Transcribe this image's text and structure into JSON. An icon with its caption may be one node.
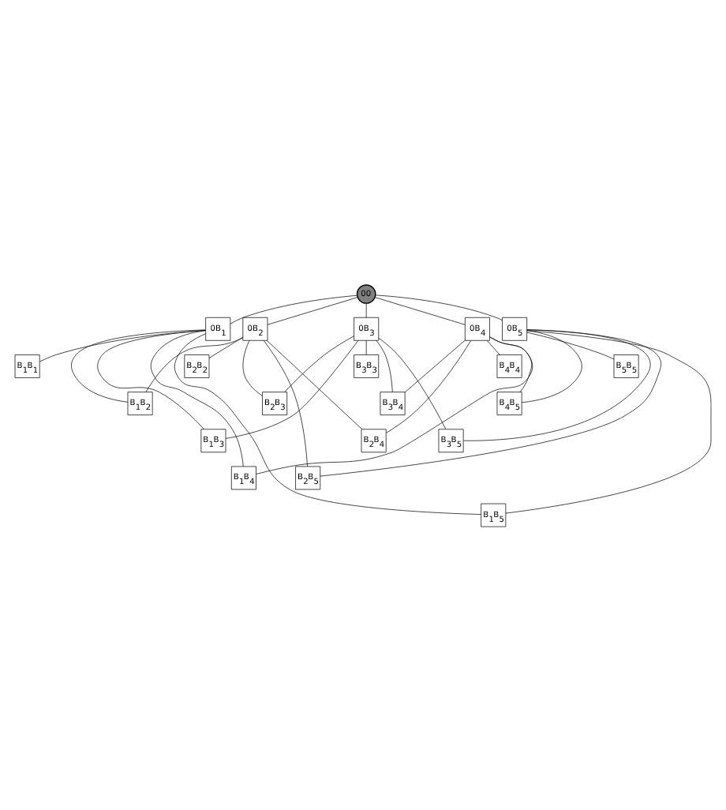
{
  "diagram": {
    "nodes": [
      {
        "text": [
          "00"
        ]
      },
      {
        "text": [
          "0B$_{1}$"
        ]
      },
      {
        "text": [
          "0B$_{2}$"
        ]
      },
      {
        "text": [
          "0B$_{3}$"
        ]
      },
      {
        "text": [
          "0B$_{4}$"
        ]
      },
      {
        "text": [
          "0B$_{5}$"
        ]
      },
      {
        "text": [
          "B$_{1}$B$_{1}$"
        ]
      },
      {
        "text": [
          "B$_{2}$B$_{2}$"
        ]
      },
      {
        "text": [
          "B$_{3}$B$_{3}$"
        ]
      },
      {
        "text": [
          "B$_{4}$B$_{4}$"
        ]
      },
      {
        "text": [
          "B$_{5}$B$_{5}$"
        ]
      },
      {
        "text": [
          "B$_{1}$B$_{2}$"
        ]
      },
      {
        "text": [
          "B$_{2}$B$_{3}$"
        ]
      },
      {
        "text": [
          "B$_{3}$B$_{4}$"
        ]
      },
      {
        "text": [
          "B$_{4}$B$_{5}$"
        ]
      },
      {
        "text": [
          "B$_{1}$B$_{3}$"
        ]
      },
      {
        "text": [
          "B$_{2}$B$_{4}$"
        ]
      },
      {
        "text": [
          "B$_{3}$B$_{5}$"
        ]
      },
      {
        "text": [
          "B$_{1}$B$_{4}$"
        ]
      },
      {
        "text": [
          "B$_{2}$B$_{5}$"
        ]
      },
      {
        "text": [
          "B$_{1}$B$_{5}$"
        ]
      }
    ],
    "edges": [
      {
        "from": 0,
        "to": 1,
        "arrow": "none"
      },
      {
        "from": 0,
        "to": 2,
        "arrow": "none"
      },
      {
        "from": 0,
        "to": 3,
        "arrow": "none"
      },
      {
        "from": 0,
        "to": 4,
        "arrow": "none"
      },
      {
        "from": 0,
        "to": 5,
        "arrow": "none"
      },
      {
        "from": 1,
        "to": 6,
        "arrow": "none"
      },
      {
        "from": 1,
        "to": 11,
        "arrow": "none"
      },
      {
        "from": 1,
        "to": 15,
        "arrow": "none"
      },
      {
        "from": 1,
        "to": 18,
        "arrow": "none"
      },
      {
        "from": 1,
        "to": 20,
        "arrow": "none"
      },
      {
        "from": 2,
        "to": 7,
        "arrow": "none"
      },
      {
        "from": 2,
        "to": 11,
        "arrow": "none"
      },
      {
        "from": 2,
        "to": 12,
        "arrow": "none"
      },
      {
        "from": 2,
        "to": 16,
        "arrow": "none"
      },
      {
        "from": 2,
        "to": 19,
        "arrow": "none"
      },
      {
        "from": 3,
        "to": 8,
        "arrow": "none"
      },
      {
        "from": 3,
        "to": 12,
        "arrow": "none"
      },
      {
        "from": 3,
        "to": 15,
        "arrow": "none"
      },
      {
        "from": 3,
        "to": 13,
        "arrow": "none"
      },
      {
        "from": 3,
        "to": 17,
        "arrow": "none"
      },
      {
        "from": 4,
        "to": 9,
        "arrow": "none"
      },
      {
        "from": 4,
        "to": 13,
        "arrow": "none"
      },
      {
        "from": 4,
        "to": 16,
        "arrow": "none"
      },
      {
        "from": 4,
        "to": 14,
        "arrow": "none"
      },
      {
        "from": 4,
        "to": 18,
        "arrow": "none"
      },
      {
        "from": 5,
        "to": 10,
        "arrow": "none"
      },
      {
        "from": 5,
        "to": 14,
        "arrow": "none"
      },
      {
        "from": 5,
        "to": 17,
        "arrow": "none"
      },
      {
        "from": 5,
        "to": 19,
        "arrow": "none"
      },
      {
        "from": 5,
        "to": 20,
        "arrow": "none"
      }
    ]
  }
}
